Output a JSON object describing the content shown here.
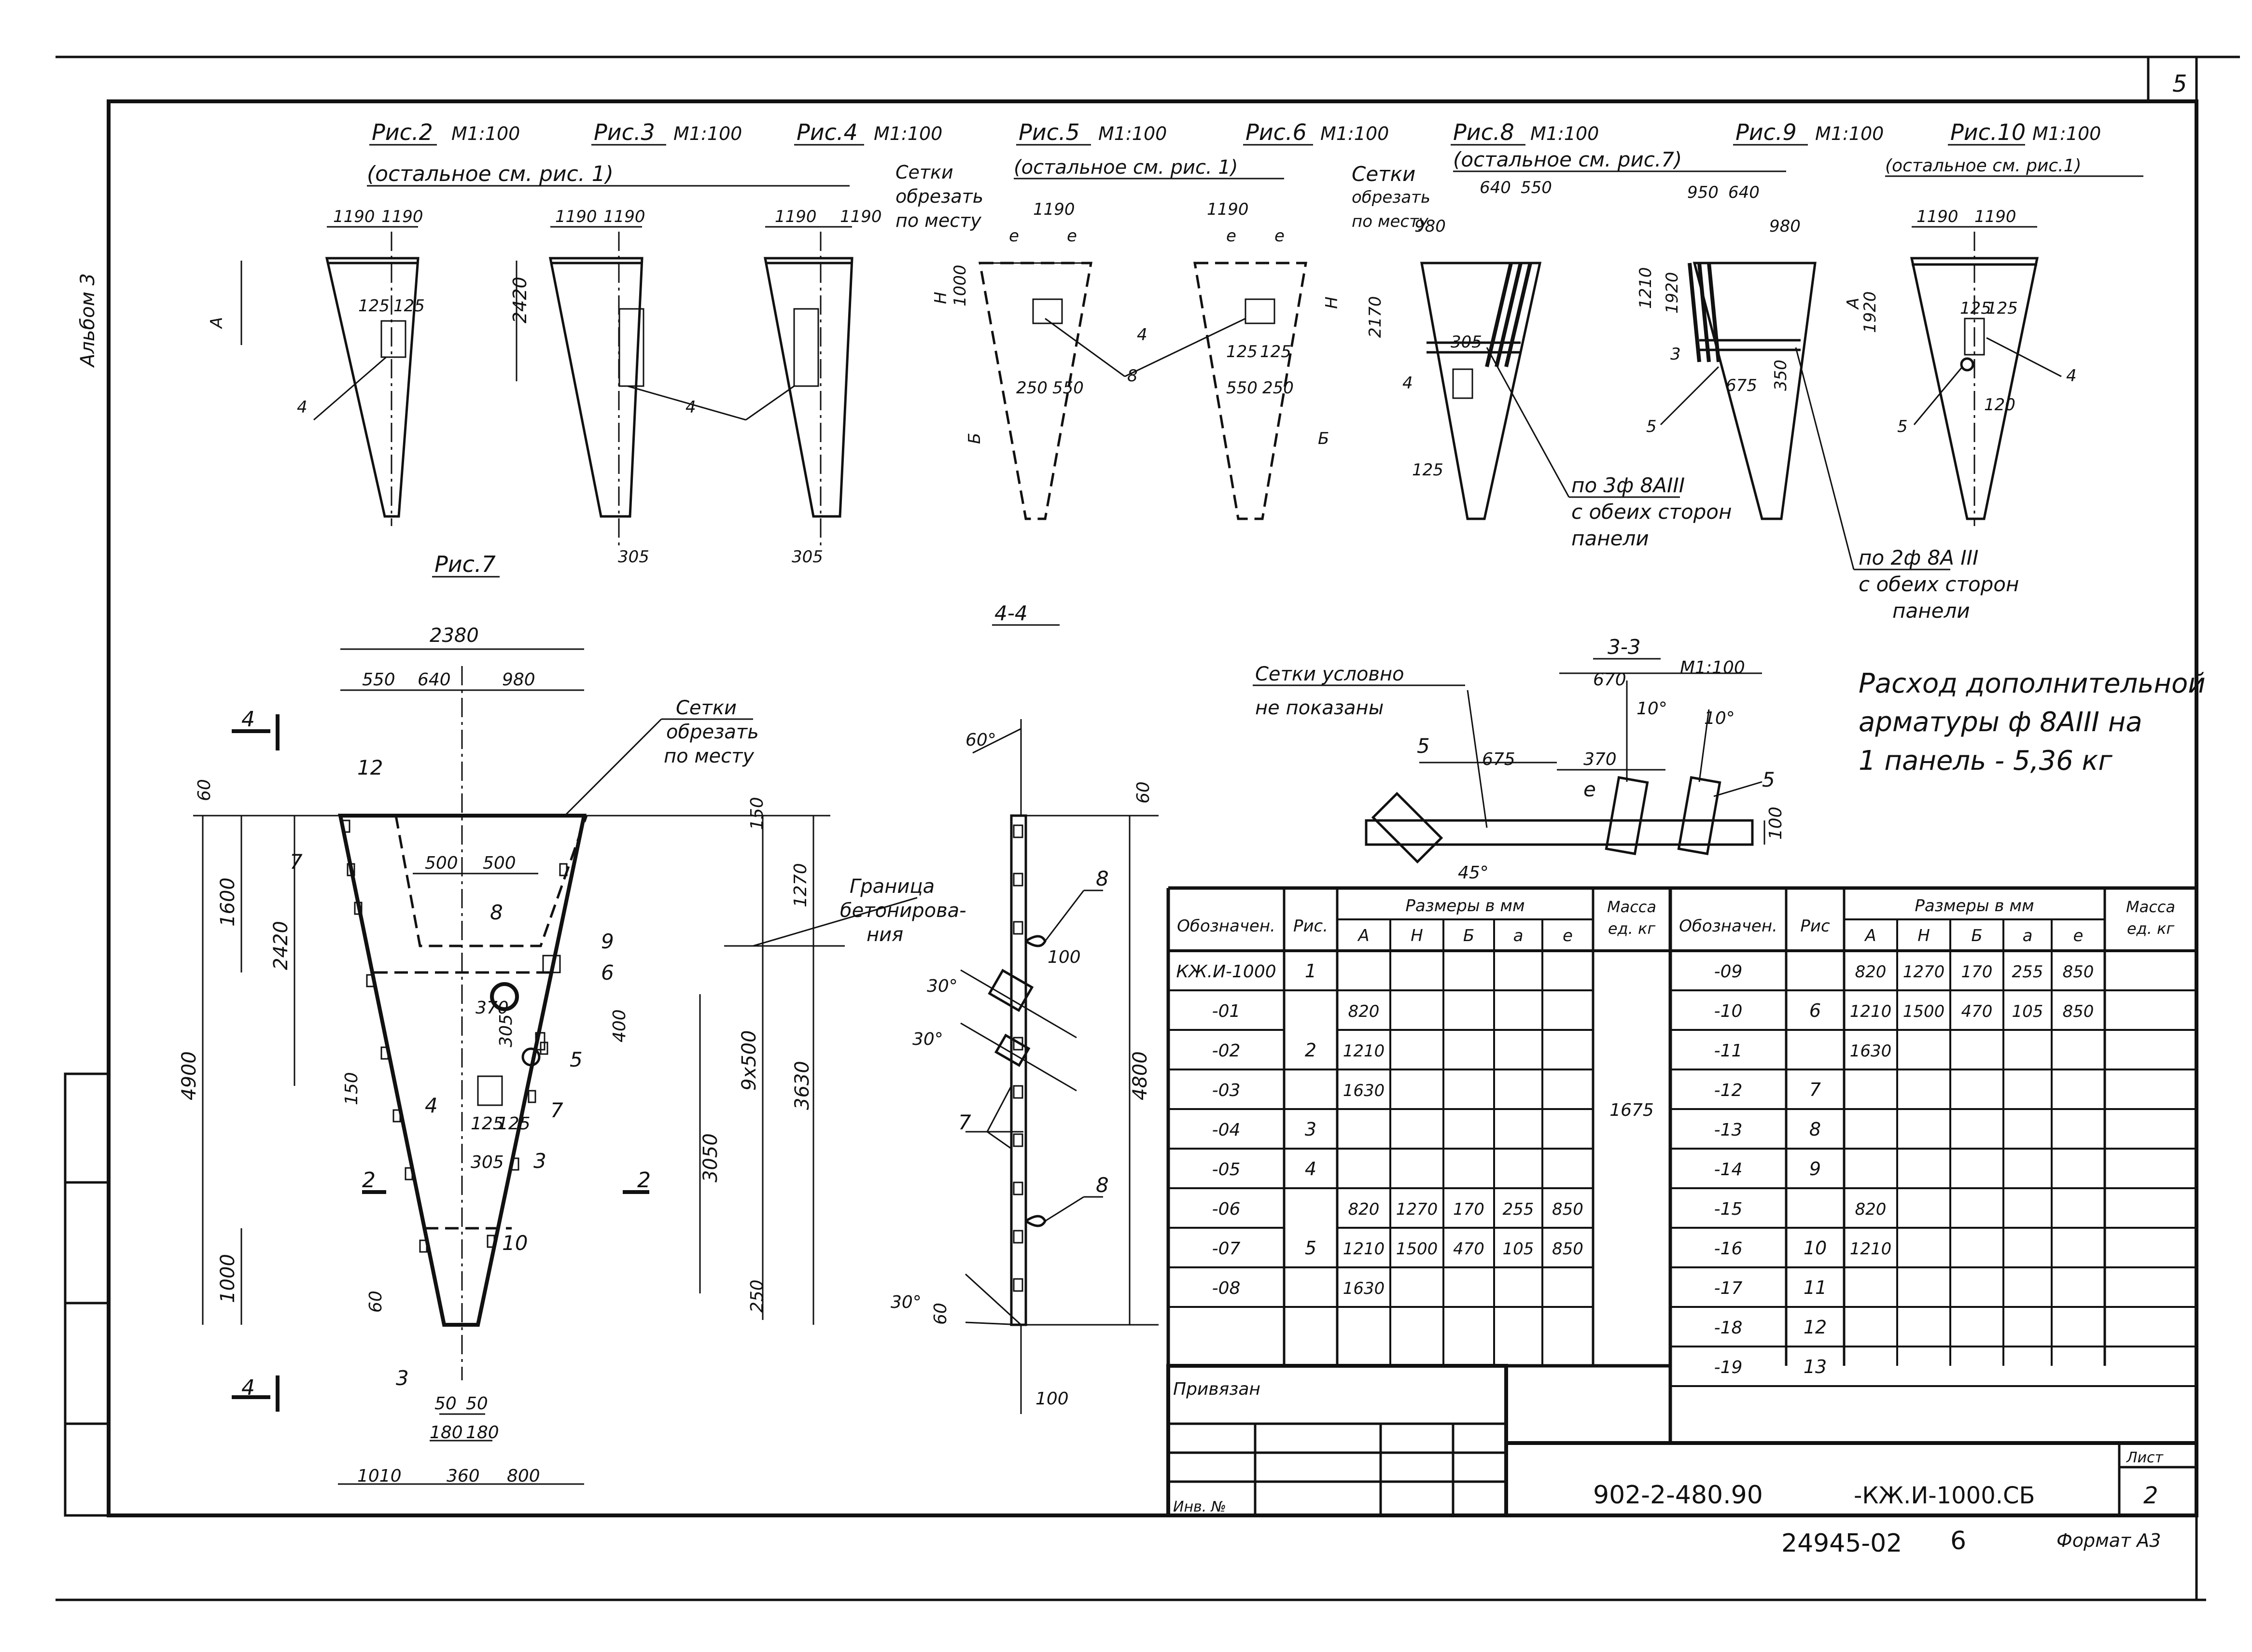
{
  "sheet": {
    "number": "5",
    "album": "Альбом 3",
    "code": "902-2-480.90 -КЖ.И-1000.СБ",
    "code_parts": [
      "902-2-480.90",
      "-КЖ.И-1000.СБ"
    ],
    "list_label": "Лист",
    "list_number": "2",
    "archive_number": "24945-02",
    "page": "6",
    "format": "Формат А3",
    "privyazan": "Привязан",
    "inv_no": "Инв. №"
  },
  "figures": [
    {
      "title": "Рис.2",
      "scale": "М1:100"
    },
    {
      "title": "Рис.3",
      "scale": "М1:100"
    },
    {
      "title": "Рис.4",
      "scale": "М1:100"
    },
    {
      "title": "Рис.5",
      "scale": "М1:100"
    },
    {
      "title": "Рис.6",
      "scale": "М1:100"
    },
    {
      "title": "Рис.8",
      "scale": "М1:100"
    },
    {
      "title": "Рис.9",
      "scale": "М1:100"
    },
    {
      "title": "Рис.10",
      "scale": "М1:100"
    }
  ],
  "notes": {
    "rest_fig1_a": "(остальное см. рис. 1)",
    "rest_fig1_b": "(остальное см. рис. 1)",
    "rest_fig7": "(остальное см. рис.7)",
    "rest_fig1_c": "(остальное см. рис.1)",
    "mesh_cut_1": [
      "Сетки",
      "обрезать",
      "по месту"
    ],
    "mesh_cut_2": [
      "Сетки",
      "обрезать",
      "по месту"
    ],
    "mesh_cut_3": [
      "Сетки",
      "обрезать",
      "по месту"
    ],
    "bars_3": [
      "по 3ф 8АIII",
      "с обеих сторон",
      "панели"
    ],
    "bars_2": [
      "по 2ф 8А III",
      "с обеих сторон",
      "панели"
    ],
    "fig7": "Рис.7",
    "section_44": "4-4",
    "section_33": "3-3",
    "section_33_scale": "М1:100",
    "mesh_not_shown": [
      "Сетки условно",
      "не показаны"
    ],
    "concreting_border": [
      "Граница",
      "бетонирова-",
      "ния"
    ],
    "consumption": [
      "Расход дополнительной",
      "арматуры ф 8АIII на",
      "1 панель - 5,36 кг"
    ]
  },
  "dims": {
    "d1190": "1190",
    "d125": "125",
    "d305": "305",
    "d2420": "2420",
    "d2380": "2380",
    "d550": "550",
    "d640": "640",
    "d980": "980",
    "d500": "500",
    "d1600": "1600",
    "d4900": "4900",
    "d1000": "1000",
    "d3630": "3630",
    "d3050": "3050",
    "d9x500": "9х500",
    "d1270": "1270",
    "d250": "250",
    "d150": "150",
    "d400": "400",
    "d60": "60",
    "d50": "50",
    "d180": "180",
    "d1010": "1010",
    "d360": "360",
    "d800": "800",
    "d4800": "4800",
    "d100": "100",
    "d670": "670",
    "d675": "675",
    "d370": "370",
    "d1920": "1920",
    "d1210": "1210",
    "d2170": "2170",
    "d950": "950",
    "d350": "350",
    "d120": "120",
    "d370b": "370",
    "a60": "60°",
    "a30": "30°",
    "a45": "45°",
    "a10": "10°",
    "A": "А",
    "H": "Н",
    "B": "Б",
    "e": "е"
  },
  "marks": [
    "1",
    "2",
    "3",
    "4",
    "5",
    "6",
    "7",
    "8",
    "9",
    "10",
    "11",
    "12",
    "13"
  ],
  "table": {
    "headers": {
      "designation": "Обозначен.",
      "fig": "Рис.",
      "fig2": "Рис",
      "sizes": "Размеры в мм",
      "mass": "Масса ед. кг",
      "A": "А",
      "H": "Н",
      "B": "Б",
      "a": "а",
      "e": "е"
    },
    "left_rows": [
      {
        "d": "КЖ.И-1000",
        "fig": "1",
        "A": "",
        "H": "",
        "B": "",
        "a": "",
        "e": ""
      },
      {
        "d": "-01",
        "fig": "",
        "A": "820",
        "H": "",
        "B": "",
        "a": "",
        "e": ""
      },
      {
        "d": "-02",
        "fig": "2",
        "A": "1210",
        "H": "",
        "B": "",
        "a": "",
        "e": ""
      },
      {
        "d": "-03",
        "fig": "",
        "A": "1630",
        "H": "",
        "B": "",
        "a": "",
        "e": ""
      },
      {
        "d": "-04",
        "fig": "3",
        "A": "",
        "H": "",
        "B": "",
        "a": "",
        "e": ""
      },
      {
        "d": "-05",
        "fig": "4",
        "A": "",
        "H": "",
        "B": "",
        "a": "",
        "e": ""
      },
      {
        "d": "-06",
        "fig": "",
        "A": "820",
        "H": "1270",
        "B": "170",
        "a": "255",
        "e": "850"
      },
      {
        "d": "-07",
        "fig": "5",
        "A": "1210",
        "H": "1500",
        "B": "470",
        "a": "105",
        "e": "850"
      },
      {
        "d": "-08",
        "fig": "",
        "A": "1630",
        "H": "",
        "B": "",
        "a": "",
        "e": ""
      }
    ],
    "left_mass": "1675",
    "right_rows": [
      {
        "d": "-09",
        "fig": "",
        "A": "820",
        "H": "1270",
        "B": "170",
        "a": "255",
        "e": "850"
      },
      {
        "d": "-10",
        "fig": "6",
        "A": "1210",
        "H": "1500",
        "B": "470",
        "a": "105",
        "e": "850"
      },
      {
        "d": "-11",
        "fig": "",
        "A": "1630",
        "H": "",
        "B": "",
        "a": "",
        "e": ""
      },
      {
        "d": "-12",
        "fig": "7",
        "A": "",
        "H": "",
        "B": "",
        "a": "",
        "e": ""
      },
      {
        "d": "-13",
        "fig": "8",
        "A": "",
        "H": "",
        "B": "",
        "a": "",
        "e": ""
      },
      {
        "d": "-14",
        "fig": "9",
        "A": "",
        "H": "",
        "B": "",
        "a": "",
        "e": ""
      },
      {
        "d": "-15",
        "fig": "",
        "A": "820",
        "H": "",
        "B": "",
        "a": "",
        "e": ""
      },
      {
        "d": "-16",
        "fig": "10",
        "A": "1210",
        "H": "",
        "B": "",
        "a": "",
        "e": ""
      },
      {
        "d": "-17",
        "fig": "11",
        "A": "",
        "H": "",
        "B": "",
        "a": "",
        "e": ""
      },
      {
        "d": "-18",
        "fig": "12",
        "A": "",
        "H": "",
        "B": "",
        "a": "",
        "e": ""
      },
      {
        "d": "-19",
        "fig": "13",
        "A": "",
        "H": "",
        "B": "",
        "a": "",
        "e": ""
      }
    ]
  }
}
